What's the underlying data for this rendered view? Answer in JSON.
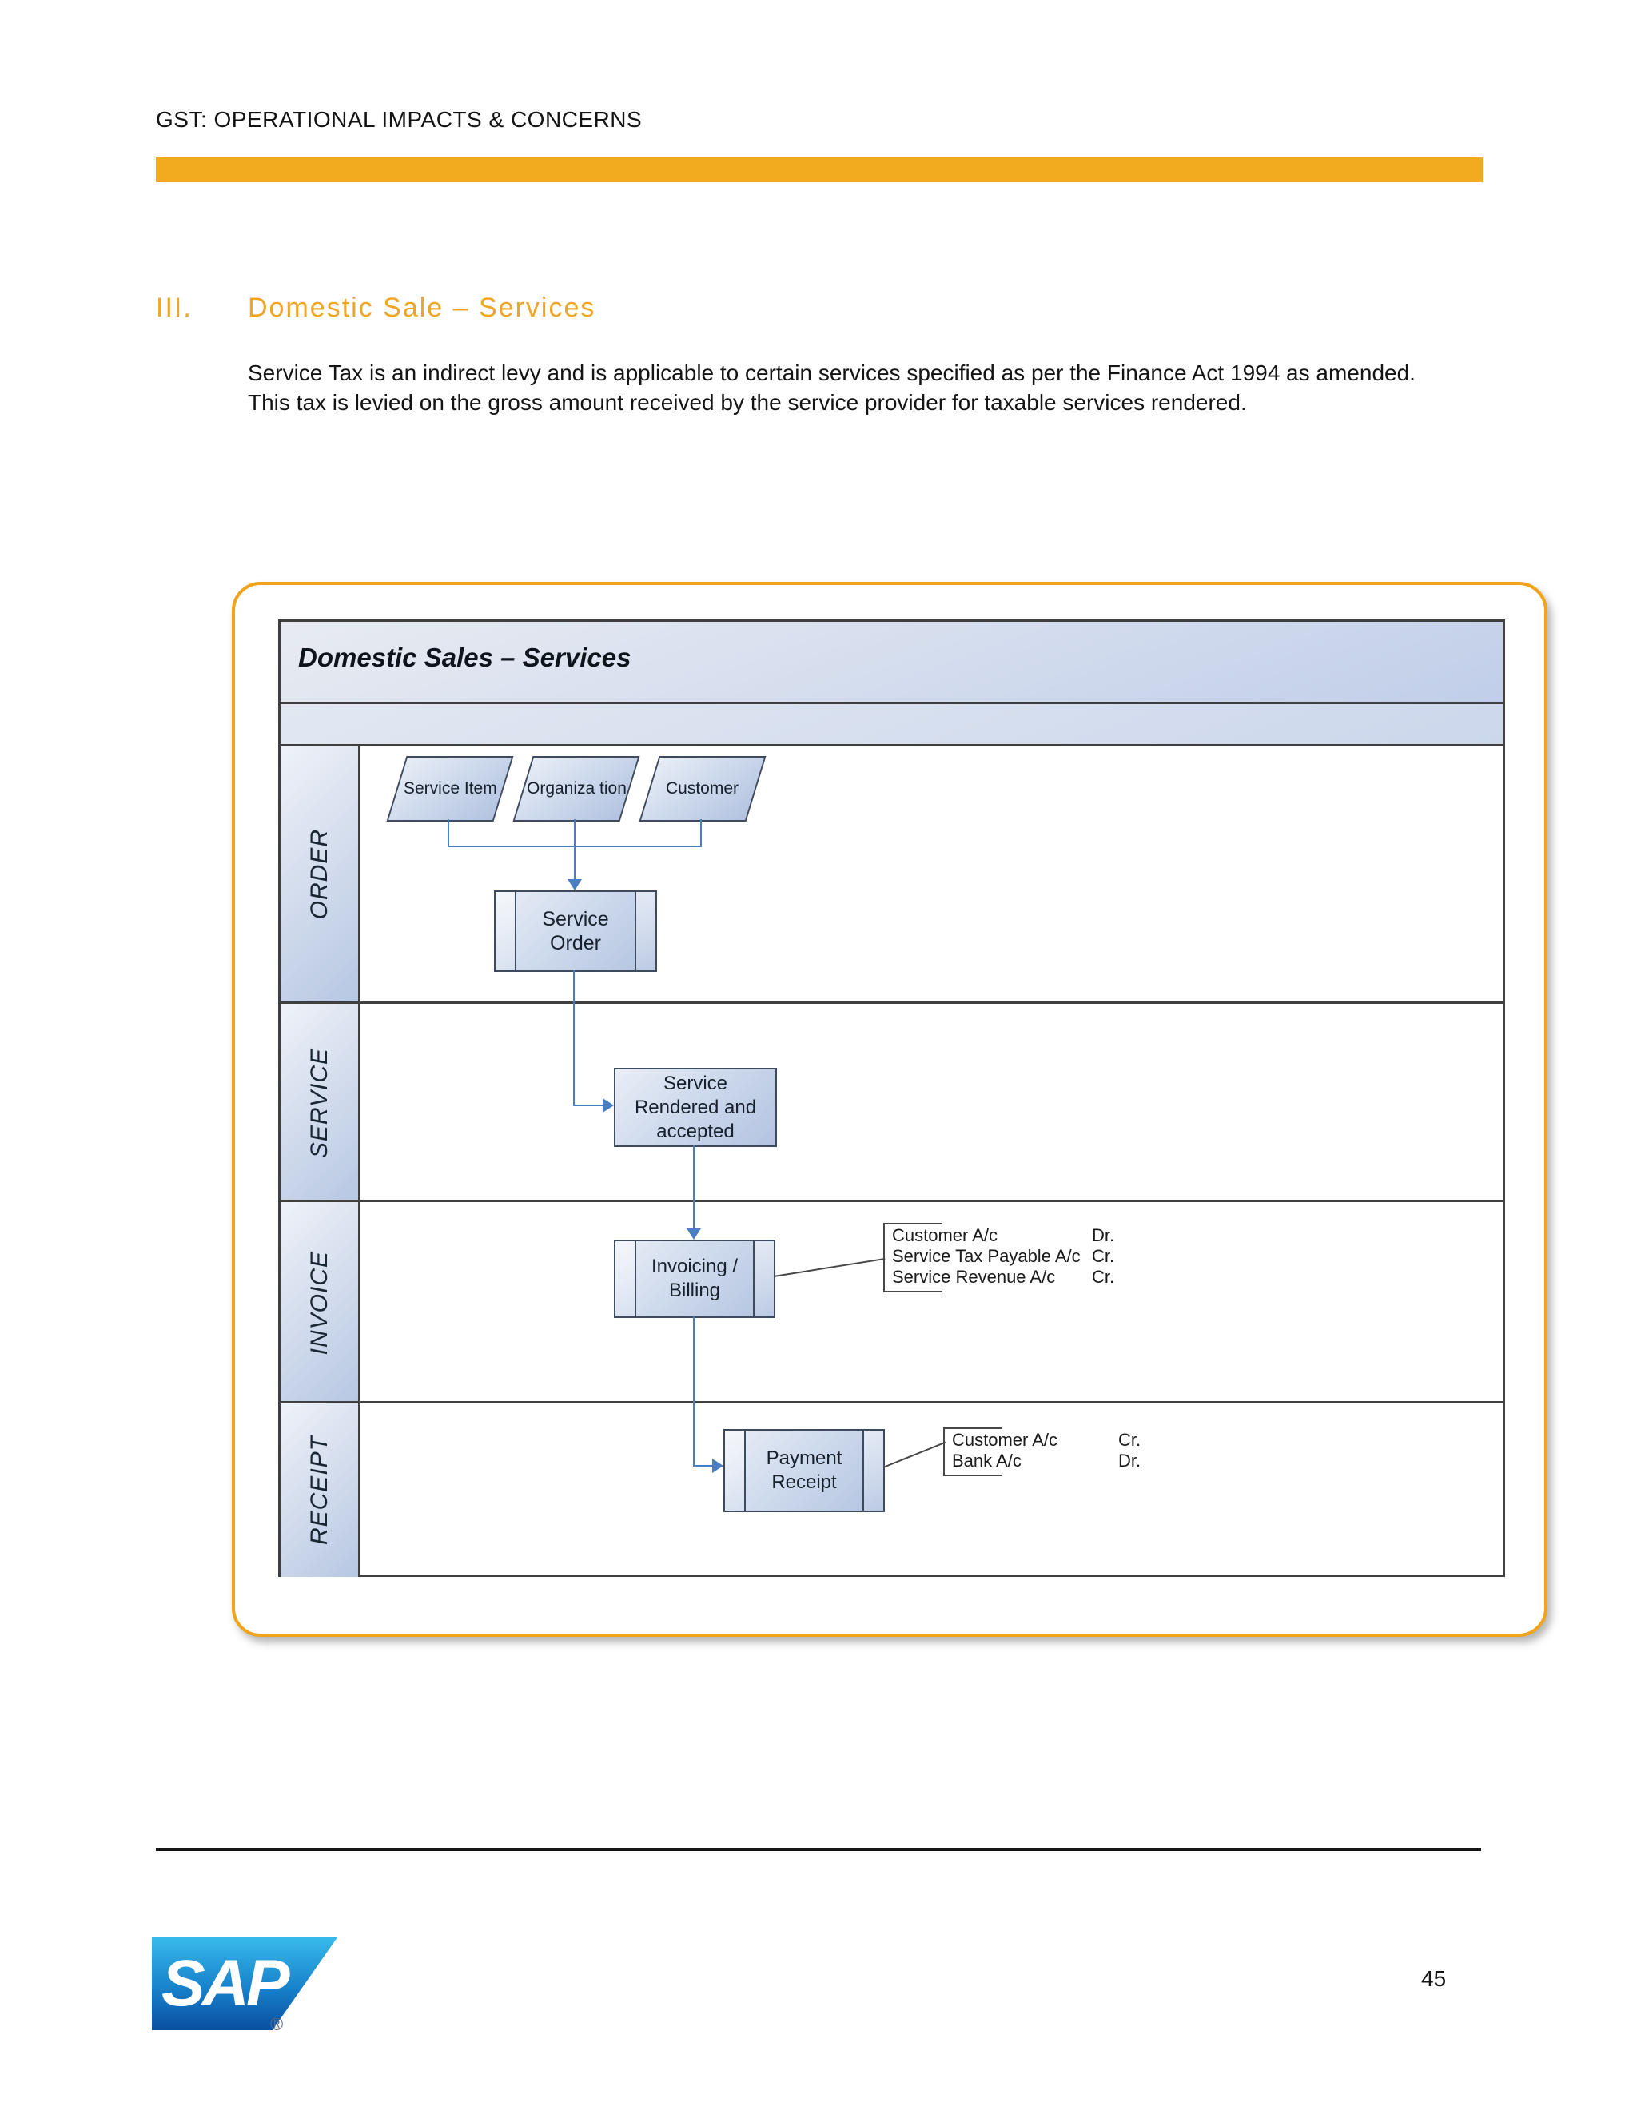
{
  "page": {
    "header_title": "GST: OPERATIONAL IMPACTS & CONCERNS",
    "page_number": "45"
  },
  "section": {
    "number": "III.",
    "title": "Domestic Sale – Services",
    "body": "Service Tax is an indirect levy and is applicable to certain services specified as per the Finance Act 1994 as amended. This tax is levied on the gross amount received by the service provider for taxable services rendered."
  },
  "diagram": {
    "title": "Domestic Sales – Services",
    "lanes": [
      {
        "label": "ORDER"
      },
      {
        "label": "SERVICE"
      },
      {
        "label": "INVOICE"
      },
      {
        "label": "RECEIPT"
      }
    ],
    "inputs": [
      {
        "label": "Service Item"
      },
      {
        "label": "Organiza tion"
      },
      {
        "label": "Customer"
      }
    ],
    "processes": {
      "service_order": "Service Order",
      "service_rendered": "Service Rendered and accepted",
      "invoicing": "Invoicing / Billing",
      "payment_receipt": "Payment Receipt"
    },
    "invoice_note": {
      "rows": [
        {
          "account": "Customer  A/c",
          "entry": "Dr."
        },
        {
          "account": "Service Tax Payable  A/c",
          "entry": "Cr."
        },
        {
          "account": "Service Revenue A/c",
          "entry": "Cr."
        }
      ]
    },
    "receipt_note": {
      "rows": [
        {
          "account": "Customer A/c",
          "entry": "Cr."
        },
        {
          "account": "Bank A/c",
          "entry": "Dr."
        }
      ]
    }
  },
  "footer": {
    "logo_text": "SAP",
    "registered_mark": "®"
  },
  "colors": {
    "accent_orange": "#F0A41C",
    "heading_orange": "#EFA626",
    "connector_blue": "#4A7DC4",
    "logo_blue_top": "#38BAEB",
    "logo_blue_bottom": "#0A4FA0"
  }
}
